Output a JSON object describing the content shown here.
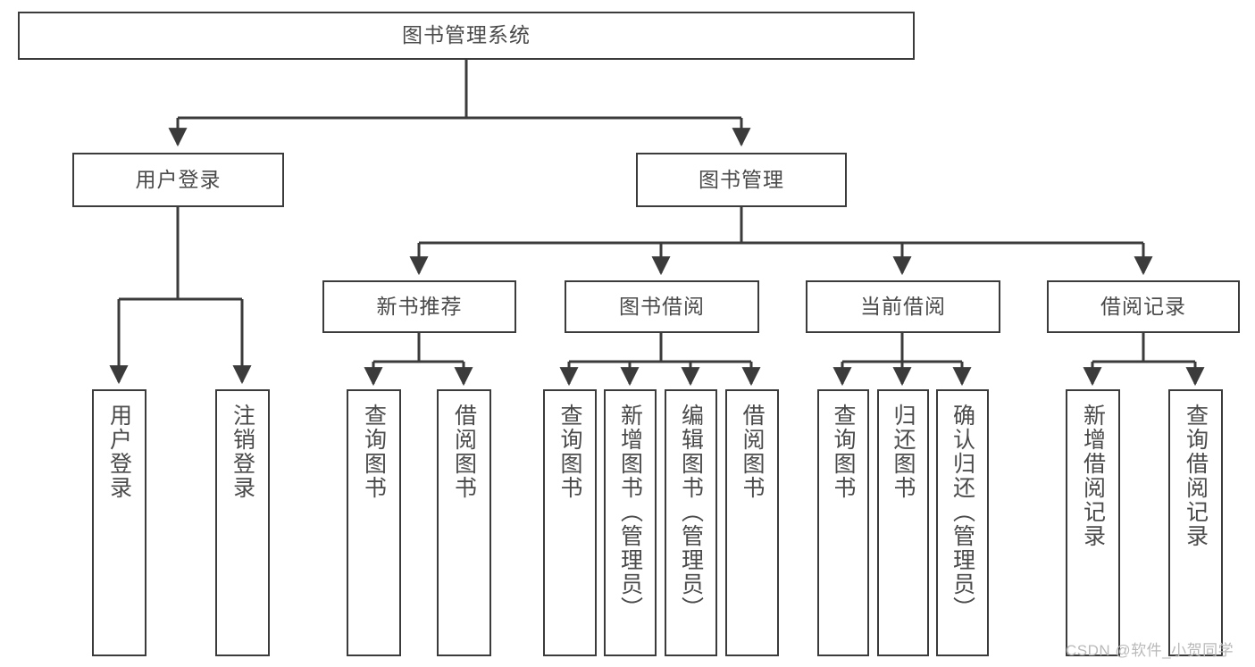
{
  "diagram": {
    "title": "图书管理系统",
    "root": {
      "label": "图书管理系统"
    },
    "level2": [
      {
        "label": "用户登录"
      },
      {
        "label": "图书管理"
      }
    ],
    "level3": [
      {
        "label": "新书推荐"
      },
      {
        "label": "图书借阅"
      },
      {
        "label": "当前借阅"
      },
      {
        "label": "借阅记录"
      }
    ],
    "leaves": [
      {
        "label": "用户登录"
      },
      {
        "label": "注销登录"
      },
      {
        "label": "查询图书"
      },
      {
        "label": "借阅图书"
      },
      {
        "label": "查询图书"
      },
      {
        "label": "新增图书（管理员）"
      },
      {
        "label": "编辑图书（管理员）"
      },
      {
        "label": "借阅图书"
      },
      {
        "label": "查询图书"
      },
      {
        "label": "归还图书"
      },
      {
        "label": "确认归还（管理员）"
      },
      {
        "label": "新增借阅记录"
      },
      {
        "label": "查询借阅记录"
      }
    ],
    "colors": {
      "stroke": "#3b3b3b",
      "text": "#4a4a4a",
      "background": "#ffffff",
      "watermark": "#b9b9b9"
    }
  },
  "watermark": {
    "text": "CSDN @软件_小贺同学"
  }
}
